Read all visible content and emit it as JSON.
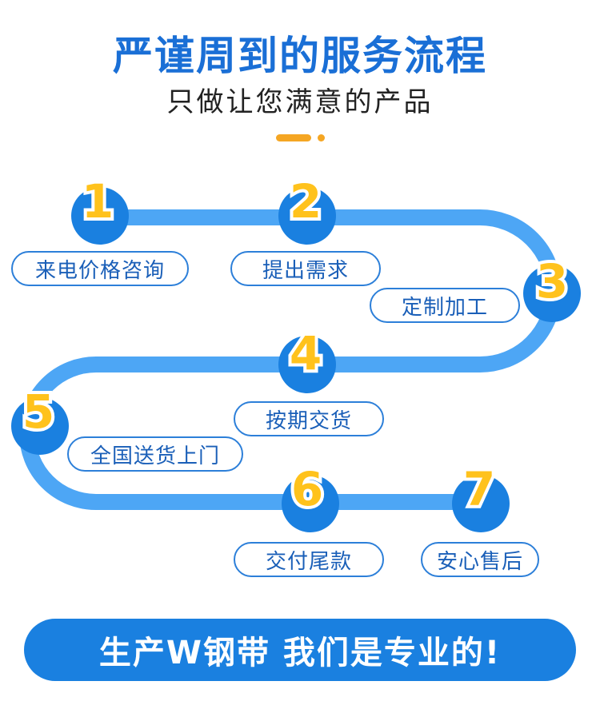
{
  "header": {
    "title": "严谨周到的服务流程",
    "subtitle": "只做让您满意的产品"
  },
  "colors": {
    "primary": "#1a80e0",
    "track": "#4da6f5",
    "accent": "#f5a623",
    "number": "#ffc21c"
  },
  "steps": [
    {
      "number": "1",
      "label": "来电价格咨询"
    },
    {
      "number": "2",
      "label": "提出需求"
    },
    {
      "number": "3",
      "label": "定制加工"
    },
    {
      "number": "4",
      "label": "按期交货"
    },
    {
      "number": "5",
      "label": "全国送货上门"
    },
    {
      "number": "6",
      "label": "交付尾款"
    },
    {
      "number": "7",
      "label": "安心售后"
    }
  ],
  "banner": {
    "text": "生产W钢带 我们是专业的!"
  }
}
